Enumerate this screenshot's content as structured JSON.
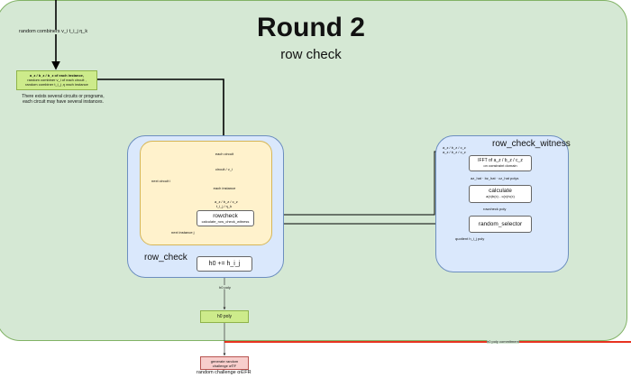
{
  "title": "Round 2",
  "subtitle": "row check",
  "top_label": "random combiners v_i t_i_j η_k",
  "input_box": {
    "line1": "a_z / b_z / b_z of each instance,",
    "line2": "random combiner v_i of each circuit ,",
    "line3": "random combiner t_i_j ,η each instance"
  },
  "note": {
    "line1": "There exists several circuits or programs,",
    "line2": "each circuit may have several instances."
  },
  "row_check": {
    "title": "row_check",
    "each_circuit": "each circuit",
    "circuit_label": "circuit / v_i",
    "each_instance": "each instance",
    "instance_label1": "a_z / b_z / c_z",
    "instance_label2": "t_i_j / η_k",
    "next_circuit": "next circuit i",
    "next_instance": "next instance j",
    "rowcheck": "rowcheck",
    "rowcheck_sub": "calculate_row_check_witness",
    "h0": "h0 += h_i_j",
    "h0_poly_label": "h0 poly"
  },
  "witness": {
    "title": "row_check_witness",
    "in_label1": "a_z / b_z / c_z",
    "in_label2": "a_z / b_z / c_z",
    "ifft": "IFFT of a_z / b_z / c_z",
    "ifft_sub": "on constraint domain",
    "poly_label": "az_hat · bz_hat · cz_hat polys",
    "calculate": "calculate",
    "calculate_formula": "a(x)b(x) - c(x)/v(x)",
    "rowcheck_poly": "rowcheck poly",
    "random_selector": "random_selector",
    "out_label": "quotient h_i_j poly"
  },
  "h0_poly_box": "h0 poly",
  "h0_poly_commitment": "h0 poly commitment",
  "challenge": {
    "line1": "generate random",
    "line2": "challenge α∈F",
    "caption": "random challenge α∈FR"
  },
  "colors": {
    "green_panel": "#d5e8d4",
    "blue_panel": "#dae8fc",
    "yellow_panel": "#fff2cc",
    "diamond": "#f0a30a",
    "red_line": "#e51400"
  }
}
